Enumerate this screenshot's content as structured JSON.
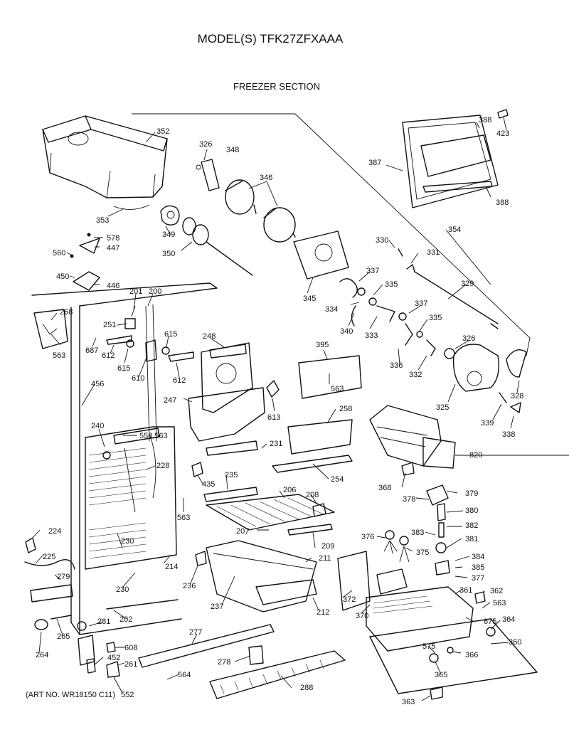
{
  "header": {
    "model_title": "MODEL(S) TFK27ZFXAAA",
    "section_title": "FREEZER SECTION"
  },
  "footer": {
    "art_number": "(ART NO. WR18150 C11)"
  },
  "callouts": {
    "c352": "352",
    "c326a": "326",
    "c348": "348",
    "c346": "346",
    "c388a": "388",
    "c423": "423",
    "c387": "387",
    "c388b": "388",
    "c353": "353",
    "c349": "349",
    "c350": "350",
    "c345": "345",
    "c354": "354",
    "c578": "578",
    "c447": "447",
    "c560": "560",
    "c450": "450",
    "c446": "446",
    "c330": "330",
    "c331": "331",
    "c337a": "337",
    "c335a": "335",
    "c329": "329",
    "c334": "334",
    "c337b": "337",
    "c340": "340",
    "c333": "333",
    "c335b": "335",
    "c326b": "326",
    "c336": "336",
    "c332": "332",
    "c325": "325",
    "c328": "328",
    "c339": "339",
    "c338": "338",
    "c201": "201",
    "c200": "200",
    "c268": "268",
    "c251": "251",
    "c563a": "563",
    "c687": "687",
    "c612a": "612",
    "c615a": "615",
    "c615b": "615",
    "c610": "610",
    "c248": "248",
    "c612b": "612",
    "c395": "395",
    "c563b": "563",
    "c456": "456",
    "c247": "247",
    "c613": "613",
    "c258": "258",
    "c240": "240",
    "c558": "558,563",
    "c228": "228",
    "c231": "231",
    "c820": "820",
    "c435": "435",
    "c235": "235",
    "c254": "254",
    "c368": "368",
    "c206": "206",
    "c208": "208",
    "c378": "378",
    "c379": "379",
    "c563c": "563",
    "c380": "380",
    "c224": "224",
    "c207": "207",
    "c382": "382",
    "c376": "376",
    "c383": "383",
    "c381": "381",
    "c230a": "230",
    "c209": "209",
    "c375": "375",
    "c225": "225",
    "c384": "384",
    "c211": "211",
    "c385": "385",
    "c279": "279",
    "c214": "214",
    "c377": "377",
    "c236": "236",
    "c230b": "230",
    "c361": "361",
    "c362": "362",
    "c372": "372",
    "c563d": "563",
    "c237": "237",
    "c212": "212",
    "c202": "202",
    "c370": "370",
    "c675": "675",
    "c364": "364",
    "c281": "281",
    "c265": "265",
    "c277": "277",
    "c264": "264",
    "c360": "360",
    "c608": "608",
    "c575": "575",
    "c366": "366",
    "c452": "452",
    "c261": "261",
    "c278": "278",
    "c564": "564",
    "c365": "365",
    "c288": "288",
    "c552": "552",
    "c363": "363"
  }
}
